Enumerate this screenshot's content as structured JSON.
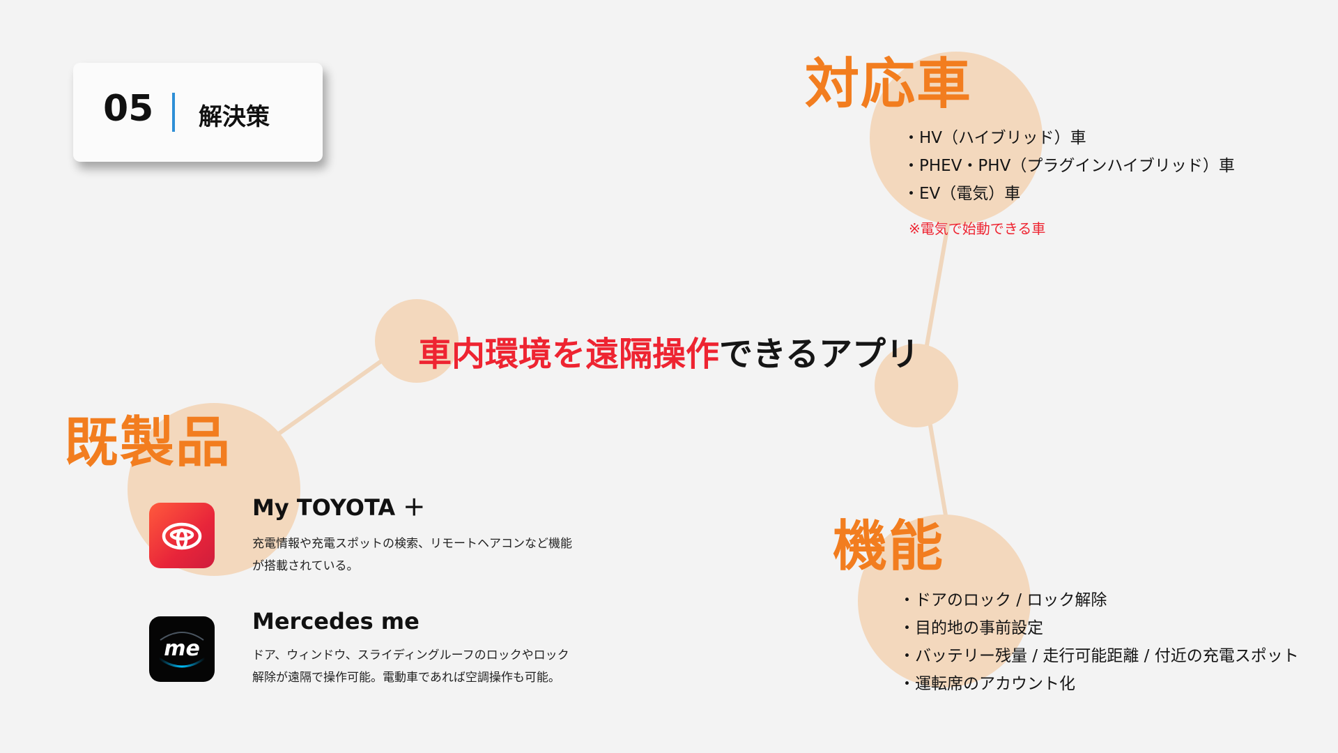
{
  "section": {
    "number": "05",
    "title": "解決策"
  },
  "center": {
    "highlight": "車内環境を遠隔操作",
    "rest": "できるアプリ"
  },
  "supported": {
    "heading": "対応車",
    "items": [
      "HV（ハイブリッド）車",
      "PHEV・PHV（プラグインハイブリッド）車",
      "EV（電気）車"
    ],
    "note": "※電気で始動できる車"
  },
  "features": {
    "heading": "機能",
    "items": [
      "ドアのロック / ロック解除",
      "目的地の事前設定",
      "バッテリー残量 / 走行可能距離 / 付近の充電スポット",
      "運転席のアカウント化"
    ]
  },
  "existing": {
    "heading": "既製品",
    "apps": [
      {
        "name": "My TOYOTA ＋",
        "icon": "toyota-logo-icon",
        "desc": [
          "充電情報や充電スポットの検索、リモートヘアコンなど機能",
          "が搭載されている。"
        ]
      },
      {
        "name": "Mercedes me",
        "icon": "mercedes-me-logo-icon",
        "icon_text": "me",
        "desc": [
          "ドア、ウィンドウ、スライディングルーフのロックやロック",
          "解除が遠隔で操作可能。電動車であれば空調操作も可能。"
        ]
      }
    ]
  },
  "colors": {
    "accent_orange": "#f27d1f",
    "accent_red": "#ee2431",
    "circle_fill": "#f3d8bd",
    "divider_blue": "#2e8fd6",
    "background": "#f3f3f3"
  }
}
